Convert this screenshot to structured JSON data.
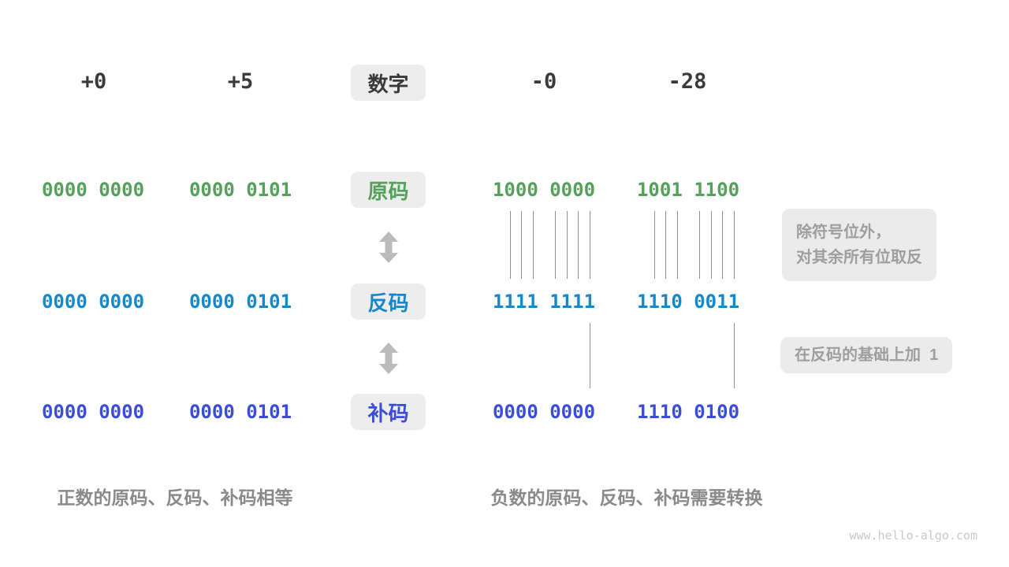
{
  "colors": {
    "header_text": "#3A3A3A",
    "sign_magnitude": "#55A05A",
    "ones_complement": "#1787CB",
    "twos_complement": "#3B4DD8",
    "annotation_text": "#9E9E9E",
    "caption_text": "#8A8A8A",
    "box_bg": "#EDEDED",
    "line_gray": "#909090",
    "arrow_gray": "#BBBBBB"
  },
  "header": {
    "label": "数字",
    "values": [
      "+0",
      "+5",
      "-0",
      "-28"
    ]
  },
  "rows": [
    {
      "label": "原码",
      "values": [
        "0000 0000",
        "0000 0101",
        "1000 0000",
        "1001 1100"
      ]
    },
    {
      "label": "反码",
      "values": [
        "0000 0000",
        "0000 0101",
        "1111 1111",
        "1110 0011"
      ]
    },
    {
      "label": "补码",
      "values": [
        "0000 0000",
        "0000 0101",
        "0000 0000",
        "1110 0100"
      ]
    }
  ],
  "annotations": {
    "flip_line1": "除符号位外，",
    "flip_line2": "对其余所有位取反",
    "add_one": "在反码的基础上加  1"
  },
  "captions": {
    "positive": "正数的原码、反码、补码相等",
    "negative": "负数的原码、反码、补码需要转换"
  },
  "watermark": "www.hello-algo.com",
  "transform": {
    "negative_columns": [
      2,
      3
    ],
    "flip_char_slots": [
      1,
      2,
      3,
      5,
      6,
      7,
      8
    ],
    "carry_char_slots": [
      8
    ]
  }
}
